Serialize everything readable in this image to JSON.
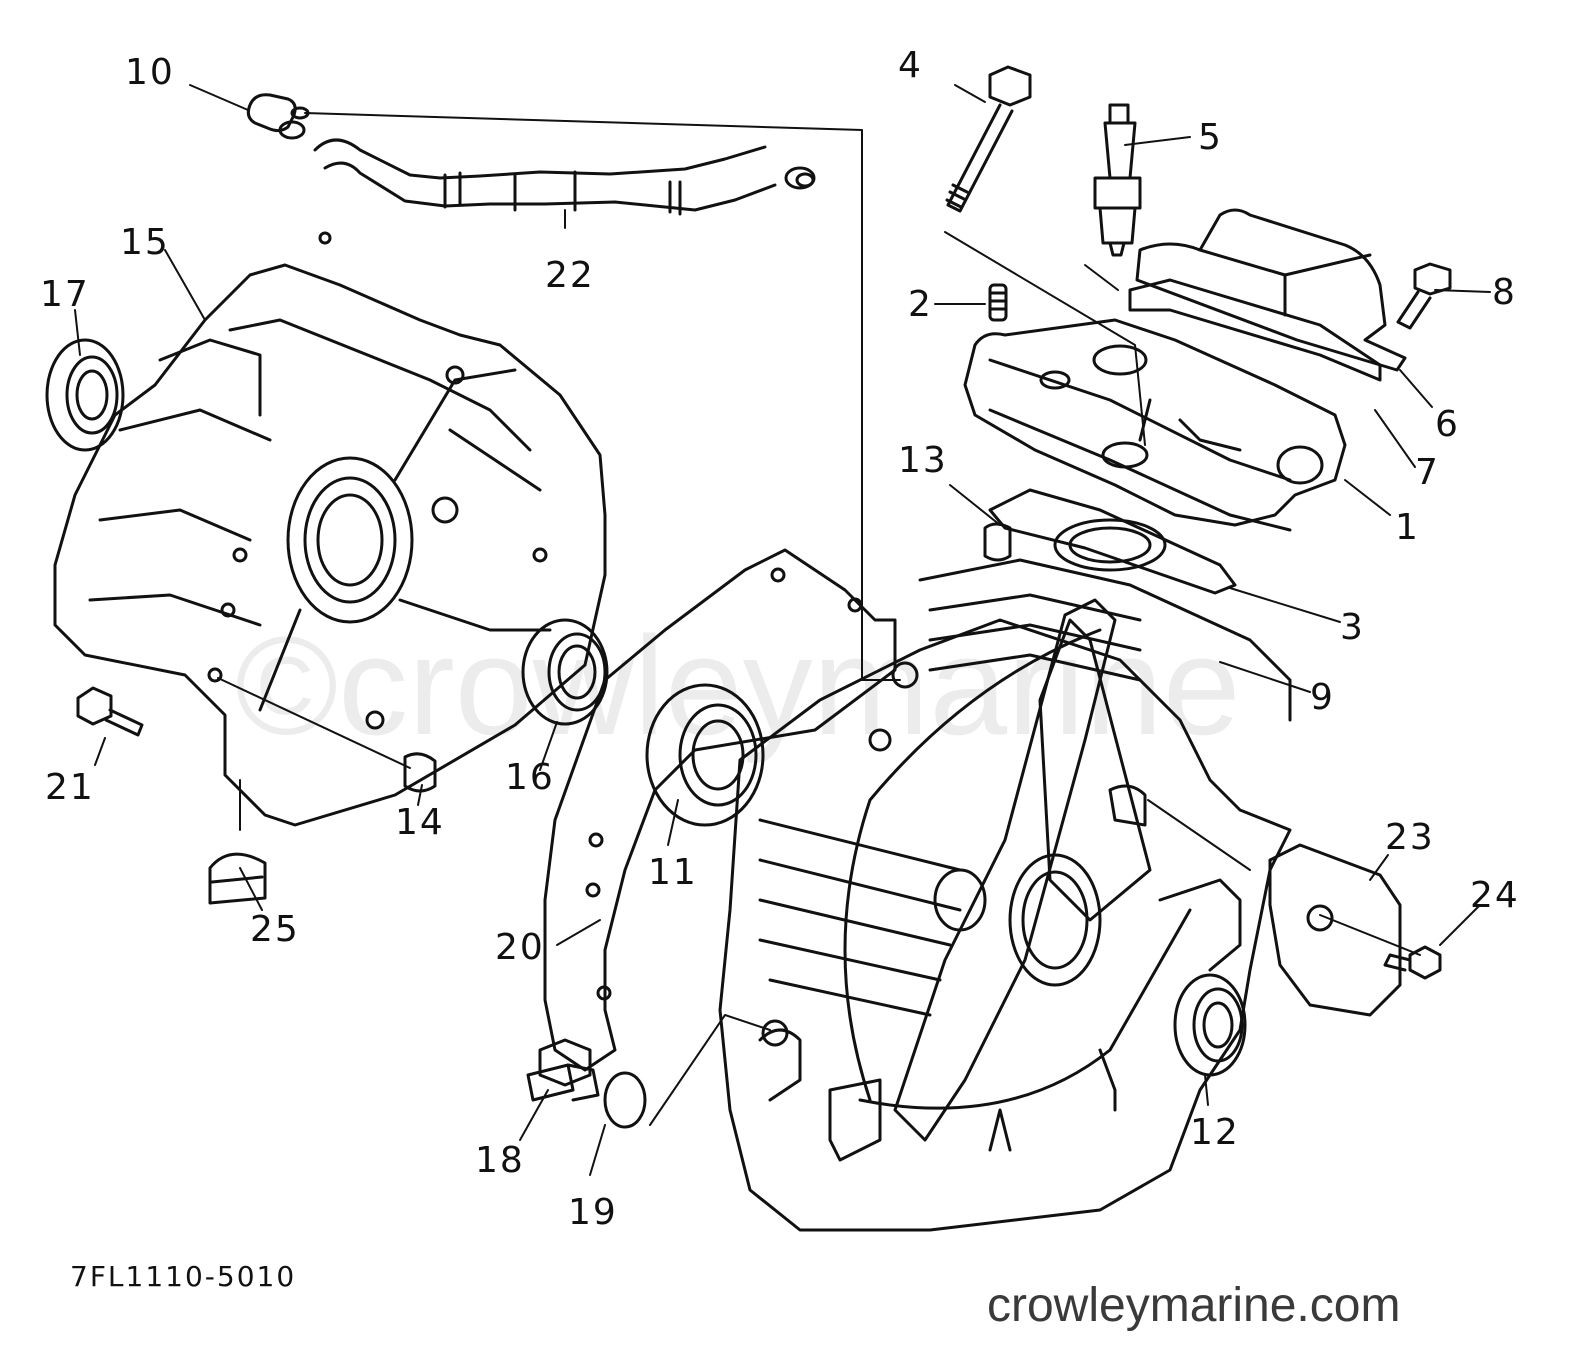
{
  "diagram": {
    "watermark": "©crowleymarine",
    "part_code": "7FL1110-5010",
    "site": "crowleymarine.com",
    "callouts": {
      "p1": "1",
      "p2": "2",
      "p3": "3",
      "p4": "4",
      "p5": "5",
      "p6": "6",
      "p7": "7",
      "p8": "8",
      "p9": "9",
      "p10": "10",
      "p11": "11",
      "p12": "12",
      "p13": "13",
      "p14": "14",
      "p15": "15",
      "p16": "16",
      "p17": "17",
      "p18": "18",
      "p19": "19",
      "p20": "20",
      "p21": "21",
      "p22": "22",
      "p23": "23",
      "p24": "24",
      "p25": "25"
    },
    "colors": {
      "ink": "#111111",
      "paper": "#ffffff",
      "watermark": "#ececec",
      "site_text": "#3a3a3a"
    }
  }
}
